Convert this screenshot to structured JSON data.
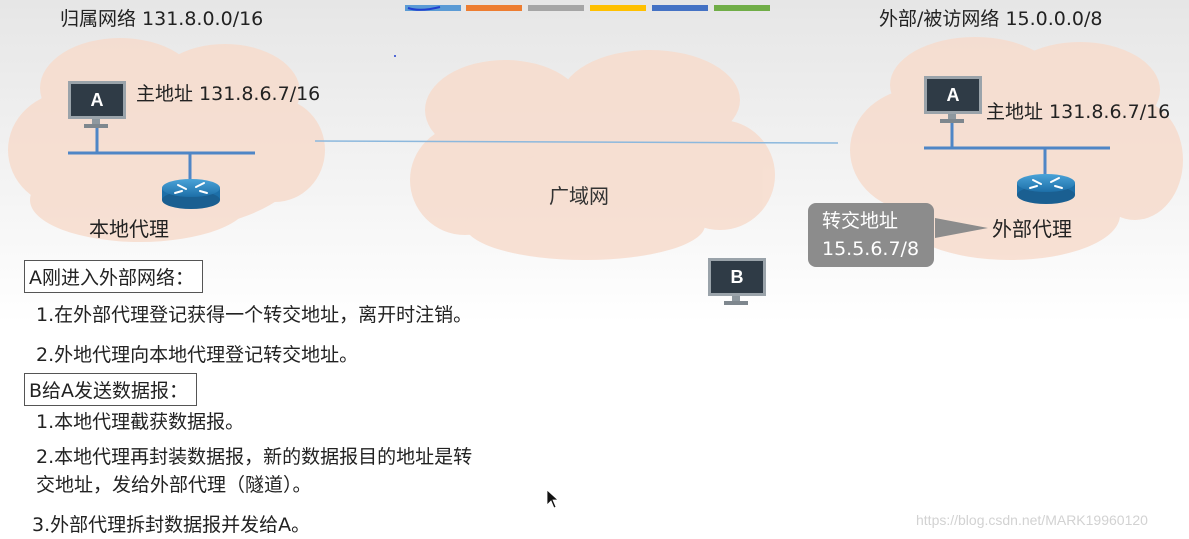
{
  "home_network": {
    "title": "归属网络 131.8.0.0/16",
    "host_label": "A",
    "primary_address": "主地址 131.8.6.7/16",
    "agent_label": "本地代理"
  },
  "wan": {
    "label": "广域网"
  },
  "foreign_network": {
    "title": "外部/被访网络 15.0.0.0/8",
    "host_label": "A",
    "primary_address": "主地址 131.8.6.7/16",
    "agent_label": "外部代理",
    "care_of_address_title": "转交地址",
    "care_of_address_value": "15.5.6.7/8"
  },
  "host_b": {
    "label": "B"
  },
  "swatch_colors": [
    "#5b9bd5",
    "#ed7d31",
    "#a5a5a5",
    "#ffc000",
    "#4472c4",
    "#70ad47"
  ],
  "section_a": {
    "heading": "A刚进入外部网络：",
    "steps": [
      "1.在外部代理登记获得一个转交地址，离开时注销。",
      "2.外地代理向本地代理登记转交地址。"
    ]
  },
  "section_b": {
    "heading": "B给A发送数据报：",
    "steps": [
      "1.本地代理截获数据报。",
      "2.本地代理再封装数据报，新的数据报目的地址是转",
      "交地址，发给外部代理（隧道）。",
      "3.外部代理拆封数据报并发给A。"
    ]
  },
  "watermark": "https://blog.csdn.net/MARK19960120"
}
